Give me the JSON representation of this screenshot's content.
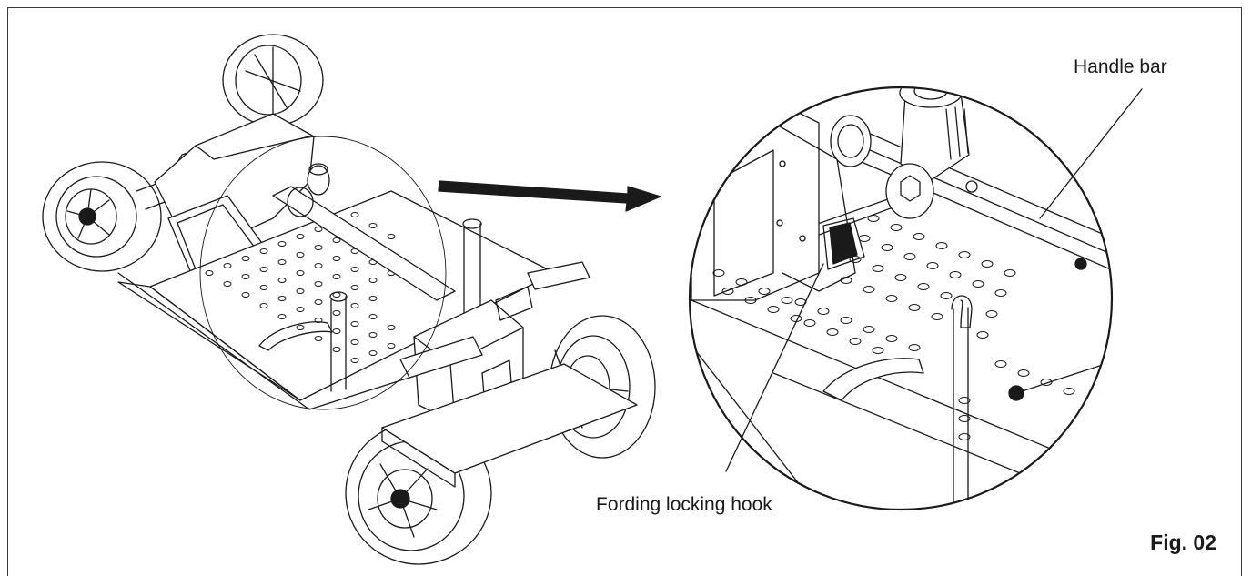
{
  "figure": {
    "labels": {
      "handle_bar": "Handle bar",
      "folding_hook": "Fording locking hook"
    },
    "caption": "Fig. 02",
    "colors": {
      "line": "#1a1a1a",
      "frame": "#3a3a3a",
      "background": "#ffffff"
    }
  }
}
